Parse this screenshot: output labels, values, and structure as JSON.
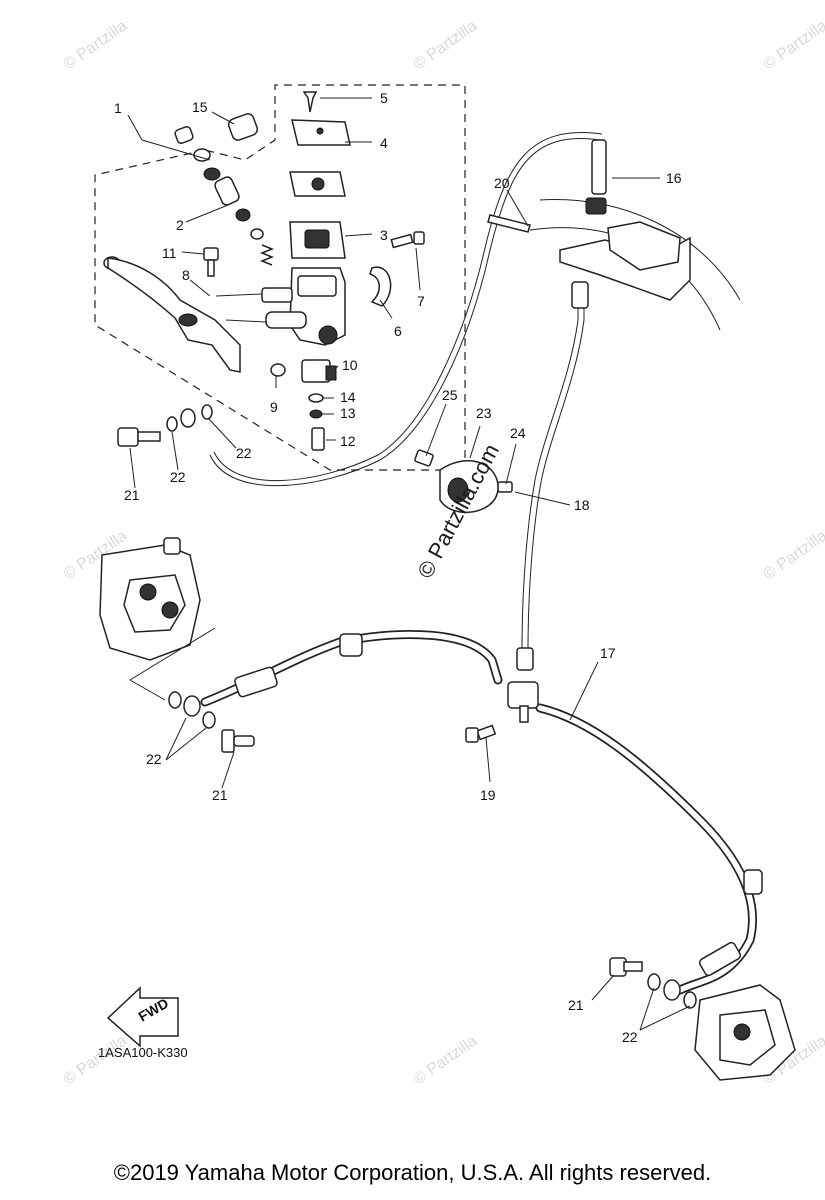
{
  "watermark": "© Partzilla",
  "watermark_center": "© Partzilla.com",
  "diagram_code": "1ASA100-K330",
  "fwd_label": "FWD",
  "footer": "©2019 Yamaha Motor Corporation, U.S.A. All rights reserved.",
  "callouts": {
    "c1": "1",
    "c2": "2",
    "c3": "3",
    "c4": "4",
    "c5": "5",
    "c6": "6",
    "c7": "7",
    "c8": "8",
    "c9": "9",
    "c10": "10",
    "c11": "11",
    "c12": "12",
    "c13": "13",
    "c14": "14",
    "c15": "15",
    "c16": "16",
    "c17": "17",
    "c18": "18",
    "c19": "19",
    "c20": "20",
    "c21a": "21",
    "c21b": "21",
    "c21c": "21",
    "c22a": "22",
    "c22b": "22",
    "c22c": "22",
    "c22d": "22",
    "c23": "23",
    "c24": "24",
    "c25": "25"
  }
}
